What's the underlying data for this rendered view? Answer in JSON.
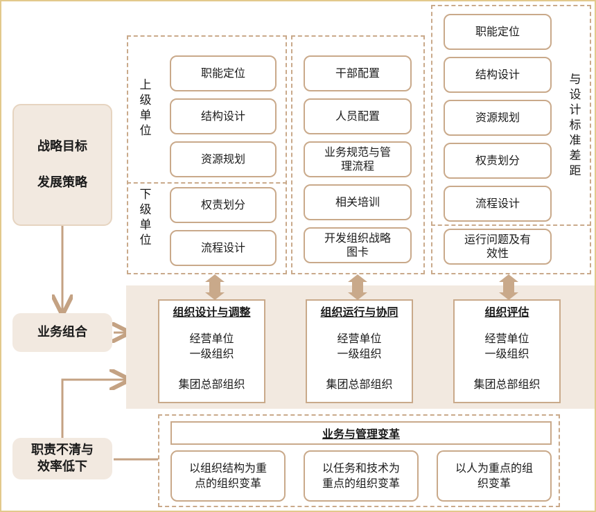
{
  "left": {
    "strategy_line1": "战略目标",
    "strategy_line2": "发展策略",
    "business_combo": "业务组合",
    "issue_line1": "职责不清与",
    "issue_line2": "效率低下"
  },
  "col1": {
    "upper_label": [
      "上",
      "级",
      "单",
      "位"
    ],
    "lower_label": [
      "下",
      "级",
      "单",
      "位"
    ],
    "items": [
      "职能定位",
      "结构设计",
      "资源规划",
      "权责划分",
      "流程设计"
    ]
  },
  "col2": {
    "items": [
      "干部配置",
      "人员配置",
      "业务规范与管理流程",
      "相关培训",
      "开发组织战略图卡"
    ],
    "items_line_breaks": {
      "2": [
        "业务规范与管",
        "理流程"
      ],
      "4": [
        "开发组织战略",
        "图卡"
      ]
    }
  },
  "col3": {
    "side_label": [
      "与",
      "设",
      "计",
      "标",
      "准",
      "差",
      "距"
    ],
    "items": [
      "职能定位",
      "结构设计",
      "资源规划",
      "权责划分",
      "流程设计"
    ],
    "extra_line1": "运行问题及有",
    "extra_line2": "效性"
  },
  "center": {
    "boxes": [
      {
        "title": "组织设计与调整",
        "line1": "经营单位",
        "line2": "一级组织",
        "line3": "集团总部组织"
      },
      {
        "title": "组织运行与协同",
        "line1": "经营单位",
        "line2": "一级组织",
        "line3": "集团总部组织"
      },
      {
        "title": "组织评估",
        "line1": "经营单位",
        "line2": "一级组织",
        "line3": "集团总部组织"
      }
    ]
  },
  "bottom": {
    "title": "业务与管理变革",
    "boxes": [
      {
        "line1": "以组织结构为重",
        "line2": "点的组织变革"
      },
      {
        "line1": "以任务和技术为",
        "line2": "重点的组织变革"
      },
      {
        "line1": "以人为重点的组",
        "line2": "织变革"
      }
    ]
  },
  "colors": {
    "accent": "#c9a98a",
    "panel": "#f2e9e0",
    "arrow": "#c4a283",
    "frame": "#e2c98c"
  }
}
